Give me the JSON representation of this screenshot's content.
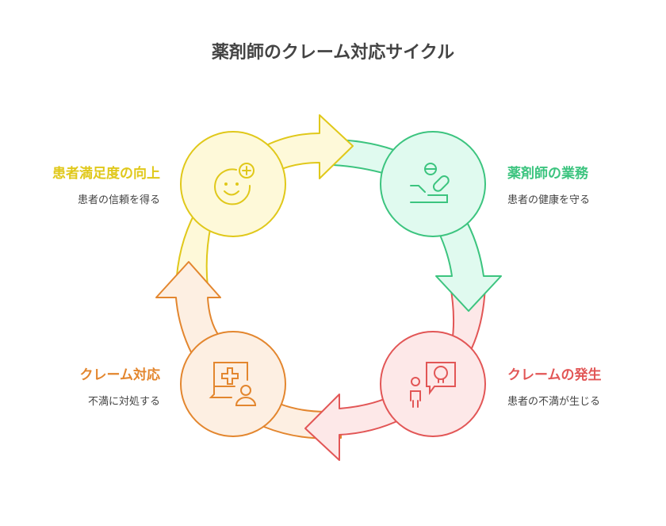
{
  "title": "薬剤師のクレーム対応サイクル",
  "stages": [
    {
      "heading": "患者満足度の向上",
      "desc": "患者の信頼を得る",
      "color": "#e0c81a",
      "fill": "#fef9d9",
      "icon": "smiley-plus-icon"
    },
    {
      "heading": "薬剤師の業務",
      "desc": "患者の健康を守る",
      "color": "#3cc47f",
      "fill": "#e0faef",
      "icon": "hand-pills-icon"
    },
    {
      "heading": "クレームの発生",
      "desc": "患者の不満が生じる",
      "color": "#e25656",
      "fill": "#fde8e8",
      "icon": "person-skull-bubble-icon"
    },
    {
      "heading": "クレーム対応",
      "desc": "不満に対処する",
      "color": "#e3862e",
      "fill": "#fdefe2",
      "icon": "medical-chat-person-icon"
    }
  ]
}
